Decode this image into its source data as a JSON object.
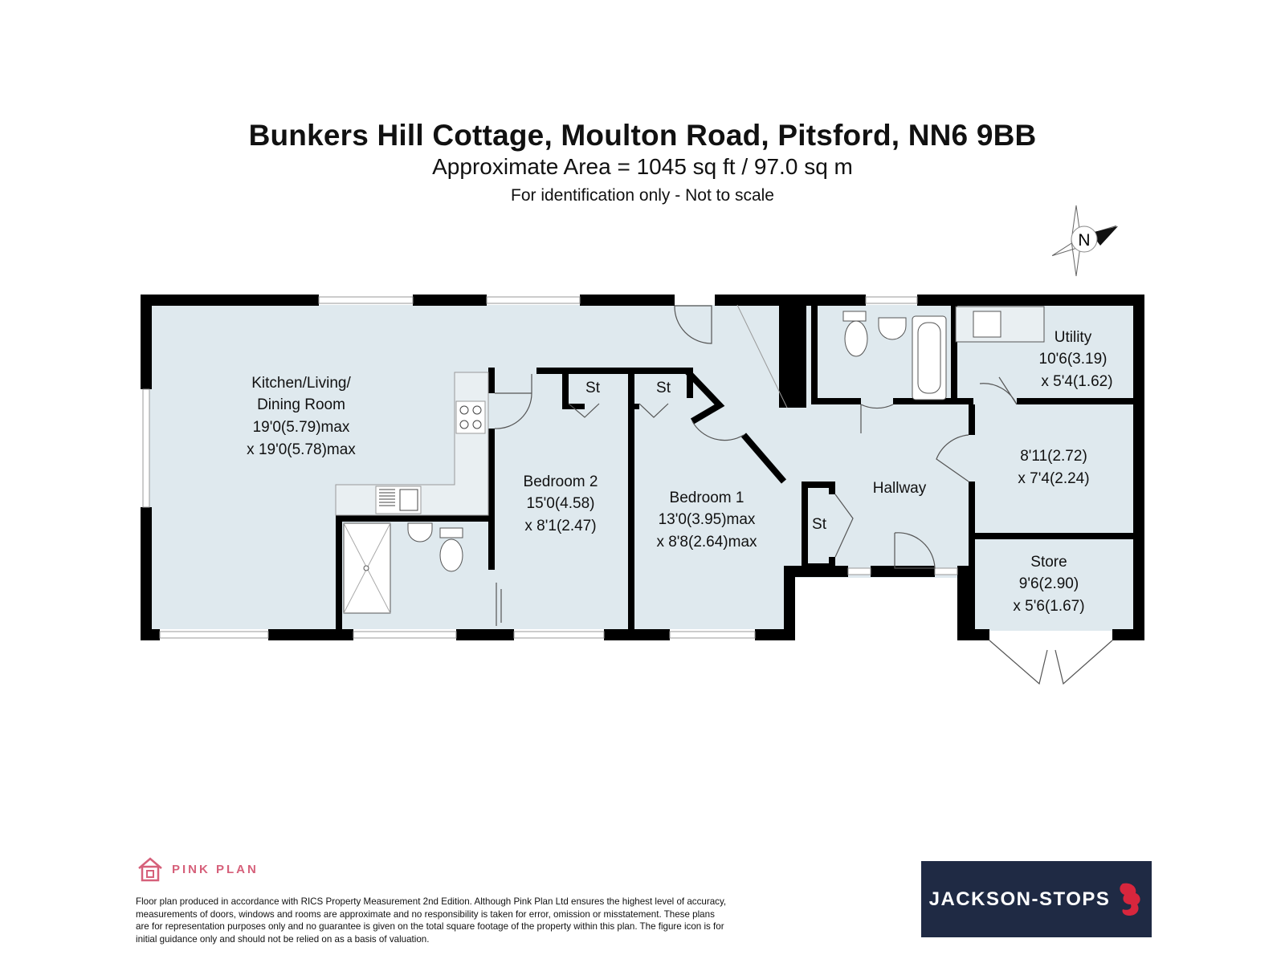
{
  "header": {
    "title": "Bunkers Hill Cottage, Moulton Road, Pitsford, NN6 9BB",
    "subtitle": "Approximate Area = 1045 sq ft / 97.0 sq m",
    "note": "For identification only - Not to scale"
  },
  "compass": {
    "label": "N"
  },
  "rooms": {
    "kitchen": {
      "name1": "Kitchen/Living/",
      "name2": "Dining Room",
      "dim1": "19'0(5.79)max",
      "dim2": "x 19'0(5.78)max"
    },
    "bedroom2": {
      "name": "Bedroom 2",
      "dim1": "15'0(4.58)",
      "dim2": "x 8'1(2.47)"
    },
    "bedroom1": {
      "name": "Bedroom 1",
      "dim1": "13'0(3.95)max",
      "dim2": "x 8'8(2.64)max"
    },
    "utility": {
      "name": "Utility",
      "dim1": "10'6(3.19)",
      "dim2": "x 5'4(1.62)"
    },
    "room_unnamed": {
      "dim1": "8'11(2.72)",
      "dim2": "x 7'4(2.24)"
    },
    "store": {
      "name": "Store",
      "dim1": "9'6(2.90)",
      "dim2": "x 5'6(1.67)"
    },
    "hallway": {
      "name": "Hallway"
    },
    "store_cupboards": [
      "St",
      "St",
      "St"
    ]
  },
  "footer": {
    "brand": "PINK PLAN",
    "disclaimer": "Floor plan produced in accordance with RICS Property Measurement 2nd Edition. Although Pink Plan Ltd ensures the highest level of accuracy, measurements of doors, windows and rooms are approximate and no responsibility is taken for error, omission or misstatement. These plans are for representation purposes only and no guarantee is given on the total square footage of the property within this plan. The figure icon is for initial guidance only and should not be relied on as a basis of valuation.",
    "agent_logo": "JACKSON-STOPS"
  },
  "colors": {
    "floor": "#dfe9ee",
    "wall": "#000000",
    "pink": "#d6607a",
    "navy": "#1f2a44",
    "agent_accent": "#d7263d"
  }
}
